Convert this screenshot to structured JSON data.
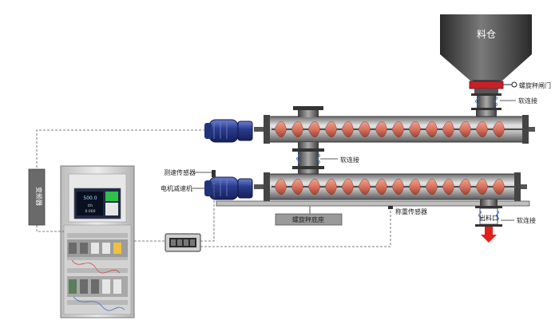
{
  "labels": {
    "hopper": "料仓",
    "gate": "螺旋秤闸门",
    "soft_upper": "软连接",
    "soft_mid": "软连接",
    "soft_out": "软连接",
    "speed_sensor": "测速传感器",
    "motor_reducer": "电机减速机",
    "base": "螺旋秤底座",
    "load_cell": "称重传感器",
    "outlet": "出料口",
    "inverter": "变频器"
  },
  "panel_display": {
    "main_value": "500.0",
    "line1": "t/h",
    "line2": "0.000"
  },
  "colors": {
    "flight": "#d9735f",
    "motor": "#2a3d8f",
    "gate": "#c8202a",
    "arrow": "#e0201b",
    "screen": "#2fbf4a"
  }
}
